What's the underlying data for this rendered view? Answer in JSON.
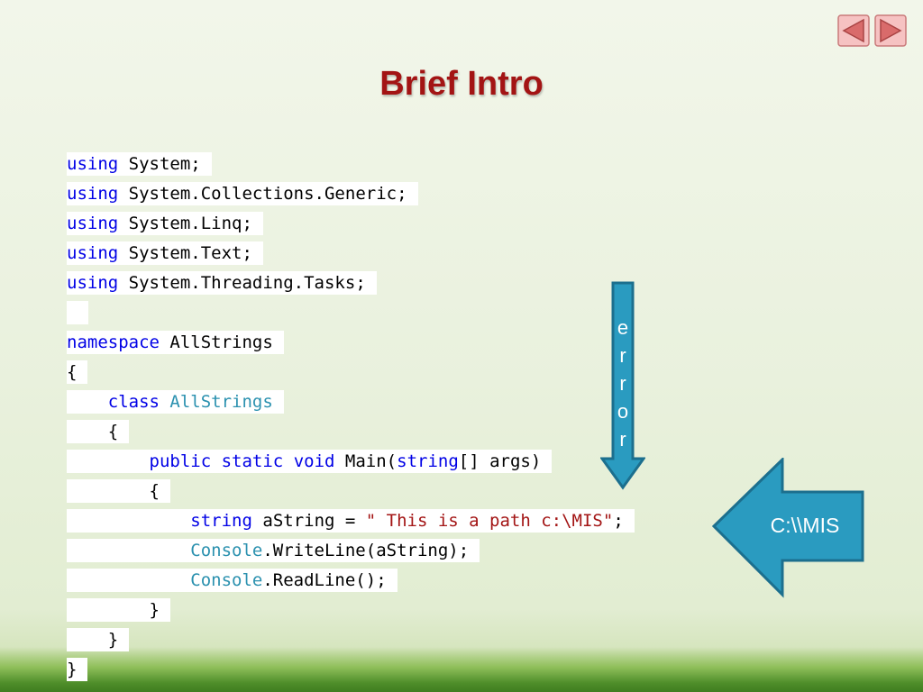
{
  "slide": {
    "title": "Brief Intro"
  },
  "nav": {
    "prev_icon": "triangle-left-icon",
    "next_icon": "triangle-right-icon",
    "button_color": "#e38c8c"
  },
  "code_lines": [
    [
      [
        "kw",
        "using"
      ],
      [
        "",
        "System;"
      ]
    ],
    [
      [
        "kw",
        "using"
      ],
      [
        "",
        "System.Collections.Generic;"
      ]
    ],
    [
      [
        "kw",
        "using"
      ],
      [
        "",
        "System.Linq;"
      ]
    ],
    [
      [
        "kw",
        "using"
      ],
      [
        "",
        "System.Text;"
      ]
    ],
    [
      [
        "kw",
        "using"
      ],
      [
        "",
        "System.Threading.Tasks;"
      ]
    ],
    [
      [
        "",
        ""
      ]
    ],
    [
      [
        "kw",
        "namespace"
      ],
      [
        "",
        "AllStrings"
      ]
    ],
    [
      [
        "",
        "{"
      ]
    ],
    [
      [
        "",
        "    "
      ],
      [
        "kw",
        "class"
      ],
      [
        "ty",
        "AllStrings"
      ]
    ],
    [
      [
        "",
        "    {"
      ]
    ],
    [
      [
        "",
        "        "
      ],
      [
        "kw",
        "public"
      ],
      [
        "kw",
        "static"
      ],
      [
        "kw",
        "void"
      ],
      [
        "",
        "Main("
      ],
      [
        "kw",
        "string"
      ],
      [
        "",
        "[] args)"
      ]
    ],
    [
      [
        "",
        "        {"
      ]
    ],
    [
      [
        "",
        "            "
      ],
      [
        "kw",
        "string"
      ],
      [
        "",
        "aString = "
      ],
      [
        "st",
        "\" This is a path c:\\MIS\""
      ],
      [
        "",
        ";"
      ]
    ],
    [
      [
        "",
        "            "
      ],
      [
        "ty",
        "Console"
      ],
      [
        "",
        ".WriteLine(aString);"
      ]
    ],
    [
      [
        "",
        "            "
      ],
      [
        "ty",
        "Console"
      ],
      [
        "",
        ".ReadLine();"
      ]
    ],
    [
      [
        "",
        "        }"
      ]
    ],
    [
      [
        "",
        "    }"
      ]
    ],
    [
      [
        "",
        "}"
      ]
    ]
  ],
  "annotations": {
    "error_letters": [
      "e",
      "r",
      "r",
      "o",
      "r"
    ],
    "callout_label": "C:\\\\MIS",
    "shape_color": "#2a9bc0",
    "shape_border": "#1c6f8e"
  }
}
